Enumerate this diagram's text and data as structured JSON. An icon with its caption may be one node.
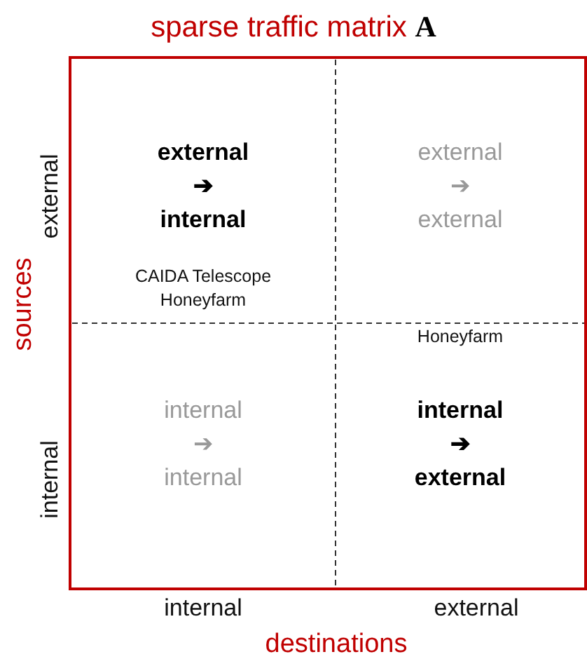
{
  "diagram": {
    "title": "sparse traffic matrix **A**",
    "nodes": [
      {
        "text": [],
        "shape": "box"
      },
      {
        "text": [
          "external ➔ internal",
          "CAIDA Telescope Honeyfarm"
        ],
        "in": 0
      },
      {
        "text": [
          "external ➔ external"
        ],
        "in": 0
      },
      {
        "text": [
          "internal ➔ internal"
        ],
        "in": 0
      },
      {
        "text": [
          "Honeyfarm",
          "internal ➔ external"
        ],
        "in": 0
      }
    ],
    "edges": [],
    "labels": [
      "external",
      "sources",
      "internal",
      "internal",
      "external",
      "destinations"
    ]
  }
}
